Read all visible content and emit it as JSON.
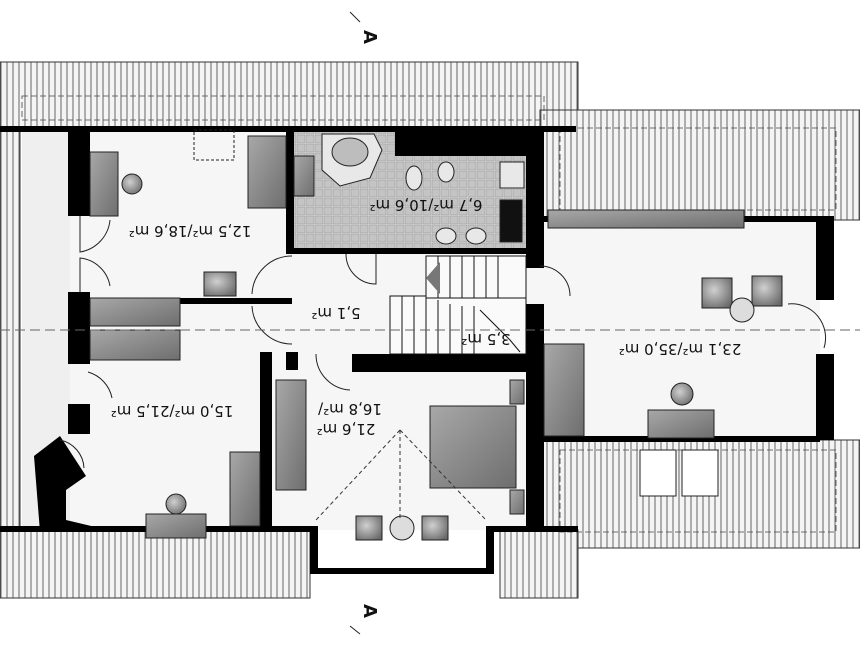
{
  "section_marker": {
    "letter": "A"
  },
  "rooms": {
    "study_top_left": {
      "area": "12,5 m²/18,6 m²"
    },
    "bathroom": {
      "area": "6,7 m²/10,6 m²"
    },
    "hall": {
      "area": "5,1 m²"
    },
    "stair": {
      "area": "3,5 m²"
    },
    "room_right": {
      "area": "23,1 m²/35,0 m²"
    },
    "room_bottom_left": {
      "area": "15,0 m²/21,5 m²"
    },
    "bedroom": {
      "area_line1": "16,8 m²/",
      "area_line2": "21,6 m²"
    }
  },
  "colors": {
    "wall": "#000000",
    "roof_hatch": "#555555",
    "floor": "#e6e6e6",
    "furniture": "#8c8c8c",
    "tile": "#bdbdbd"
  }
}
